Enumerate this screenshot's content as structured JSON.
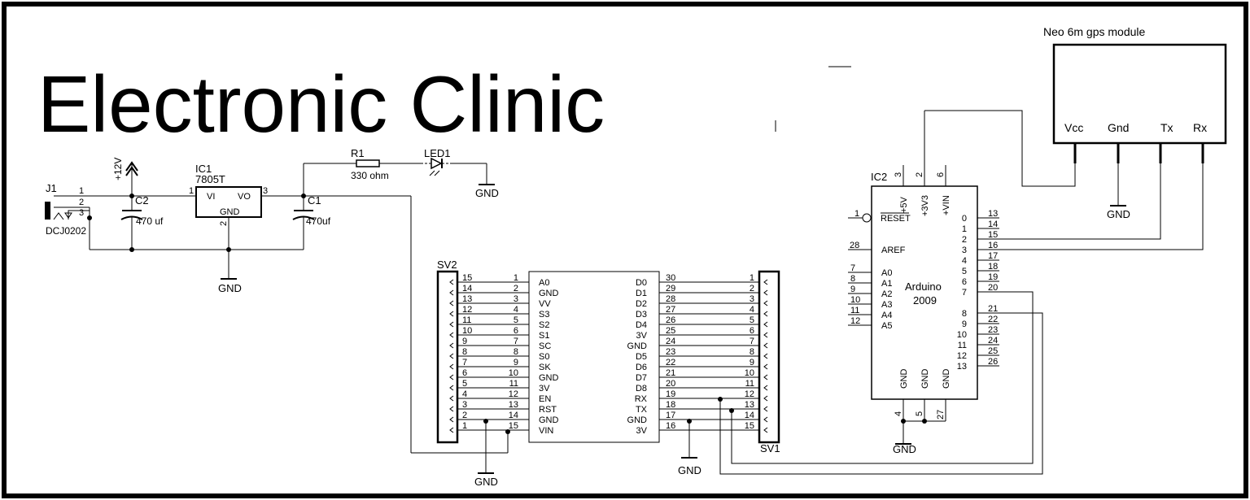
{
  "title": "Electronic Clinic",
  "gps": {
    "title": "Neo 6m gps module",
    "pins": [
      "Vcc",
      "Gnd",
      "Tx",
      "Rx"
    ]
  },
  "power": {
    "j1": "J1",
    "j1_part": "DCJ0202",
    "j1_pins": [
      "1",
      "2",
      "3"
    ],
    "supply": "+12V",
    "c2": "C2",
    "c2_value": "470 uf",
    "ic1": "IC1",
    "ic1_part": "7805T",
    "ic1_vi": "VI",
    "ic1_vo": "VO",
    "ic1_gnd": "GND",
    "ic1_pin_vi": "1",
    "ic1_pin_vo": "3",
    "ic1_pin_gnd": "2",
    "c1": "C1",
    "c1_value": "470uf",
    "r1": "R1",
    "r1_value": "330 ohm",
    "led1": "LED1"
  },
  "gnd": "GND",
  "sv2": {
    "name": "SV2",
    "left_numbers": [
      "15",
      "14",
      "13",
      "12",
      "11",
      "10",
      "9",
      "8",
      "7",
      "6",
      "5",
      "4",
      "3",
      "2",
      "1"
    ],
    "inner_numbers": [
      "1",
      "2",
      "3",
      "4",
      "5",
      "6",
      "7",
      "8",
      "9",
      "10",
      "11",
      "12",
      "13",
      "14",
      "15"
    ],
    "labels": [
      "A0",
      "GND",
      "VV",
      "S3",
      "S2",
      "S1",
      "SC",
      "S0",
      "SK",
      "GND",
      "3V",
      "EN",
      "RST",
      "GND",
      "VIN"
    ]
  },
  "sv1": {
    "name": "SV1",
    "labels": [
      "D0",
      "D1",
      "D2",
      "D3",
      "D4",
      "3V",
      "GND",
      "D5",
      "D6",
      "D7",
      "D8",
      "RX",
      "TX",
      "GND",
      "3V"
    ],
    "inner_numbers": [
      "30",
      "29",
      "28",
      "27",
      "26",
      "25",
      "24",
      "23",
      "22",
      "21",
      "20",
      "19",
      "18",
      "17",
      "16"
    ],
    "right_numbers": [
      "1",
      "2",
      "3",
      "4",
      "5",
      "6",
      "7",
      "8",
      "9",
      "10",
      "11",
      "12",
      "13",
      "14",
      "15"
    ]
  },
  "ic2": {
    "name": "IC2",
    "part": "Arduino",
    "part2": "2009",
    "top_pins": [
      {
        "num": "3",
        "label": "+5V"
      },
      {
        "num": "2",
        "label": "+3V3"
      },
      {
        "num": "6",
        "label": "+VIN"
      }
    ],
    "reset": {
      "num": "1",
      "label": "RESET"
    },
    "aref": {
      "num": "28",
      "label": "AREF"
    },
    "analog": [
      {
        "num": "7",
        "label": "A0"
      },
      {
        "num": "8",
        "label": "A1"
      },
      {
        "num": "9",
        "label": "A2"
      },
      {
        "num": "10",
        "label": "A3"
      },
      {
        "num": "11",
        "label": "A4"
      },
      {
        "num": "12",
        "label": "A5"
      }
    ],
    "digital_top": [
      {
        "pin": "13",
        "label": "0"
      },
      {
        "pin": "14",
        "label": "1"
      },
      {
        "pin": "15",
        "label": "2"
      },
      {
        "pin": "16",
        "label": "3"
      },
      {
        "pin": "17",
        "label": "4"
      },
      {
        "pin": "18",
        "label": "5"
      },
      {
        "pin": "19",
        "label": "6"
      },
      {
        "pin": "20",
        "label": "7"
      }
    ],
    "digital_bottom": [
      {
        "pin": "21",
        "label": "8"
      },
      {
        "pin": "22",
        "label": "9"
      },
      {
        "pin": "23",
        "label": "10"
      },
      {
        "pin": "24",
        "label": "11"
      },
      {
        "pin": "25",
        "label": "12"
      },
      {
        "pin": "26",
        "label": "13"
      }
    ],
    "gnd_labels": [
      "GND",
      "GND",
      "GND"
    ],
    "gnd_pins": [
      "4",
      "5",
      "27"
    ]
  }
}
